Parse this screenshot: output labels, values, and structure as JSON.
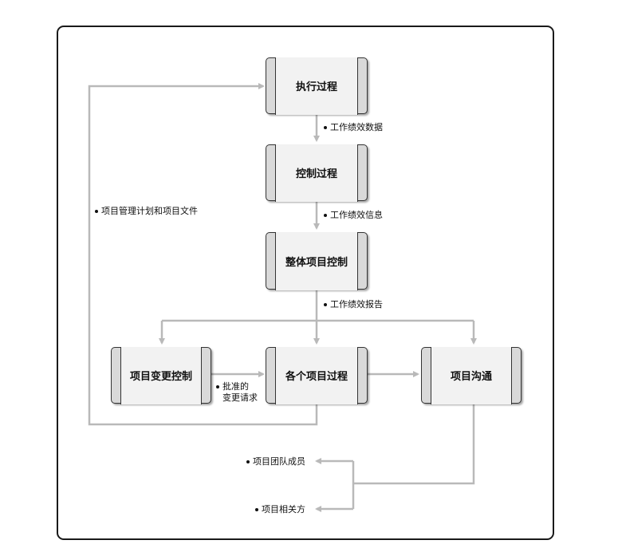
{
  "colors": {
    "arrow": "#b9b9b9",
    "box_fill": "#f2f2f2",
    "box_side": "#d9d9d9",
    "border": "#333333"
  },
  "nodes": {
    "execute": "执行过程",
    "control": "控制过程",
    "integrated": "整体项目控制",
    "change": "项目变更控制",
    "processes": "各个项目过程",
    "comm": "项目沟通"
  },
  "flows": {
    "work_data": "工作绩效数据",
    "work_info": "工作绩效信息",
    "work_report": "工作绩效报告",
    "plan_docs": "项目管理计划和项目文件",
    "approved_line1": "批准的",
    "approved_line2": "变更请求",
    "team": "项目团队成员",
    "stakeholders": "项目相关方"
  }
}
